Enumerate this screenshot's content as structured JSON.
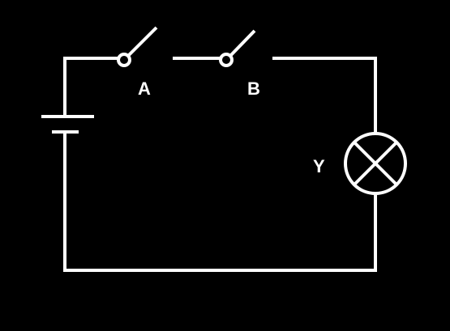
{
  "diagram": {
    "background_color": "#000000",
    "line_color": "#ffffff",
    "components": [
      {
        "type": "battery",
        "name": "battery-icon"
      },
      {
        "type": "switch",
        "label": "A",
        "state": "open"
      },
      {
        "type": "switch",
        "label": "B",
        "state": "open"
      },
      {
        "type": "lamp",
        "label": "Y",
        "name": "lamp-icon"
      }
    ],
    "connection": "series",
    "labels": {
      "switch_a": "A",
      "switch_b": "B",
      "lamp": "Y"
    }
  }
}
